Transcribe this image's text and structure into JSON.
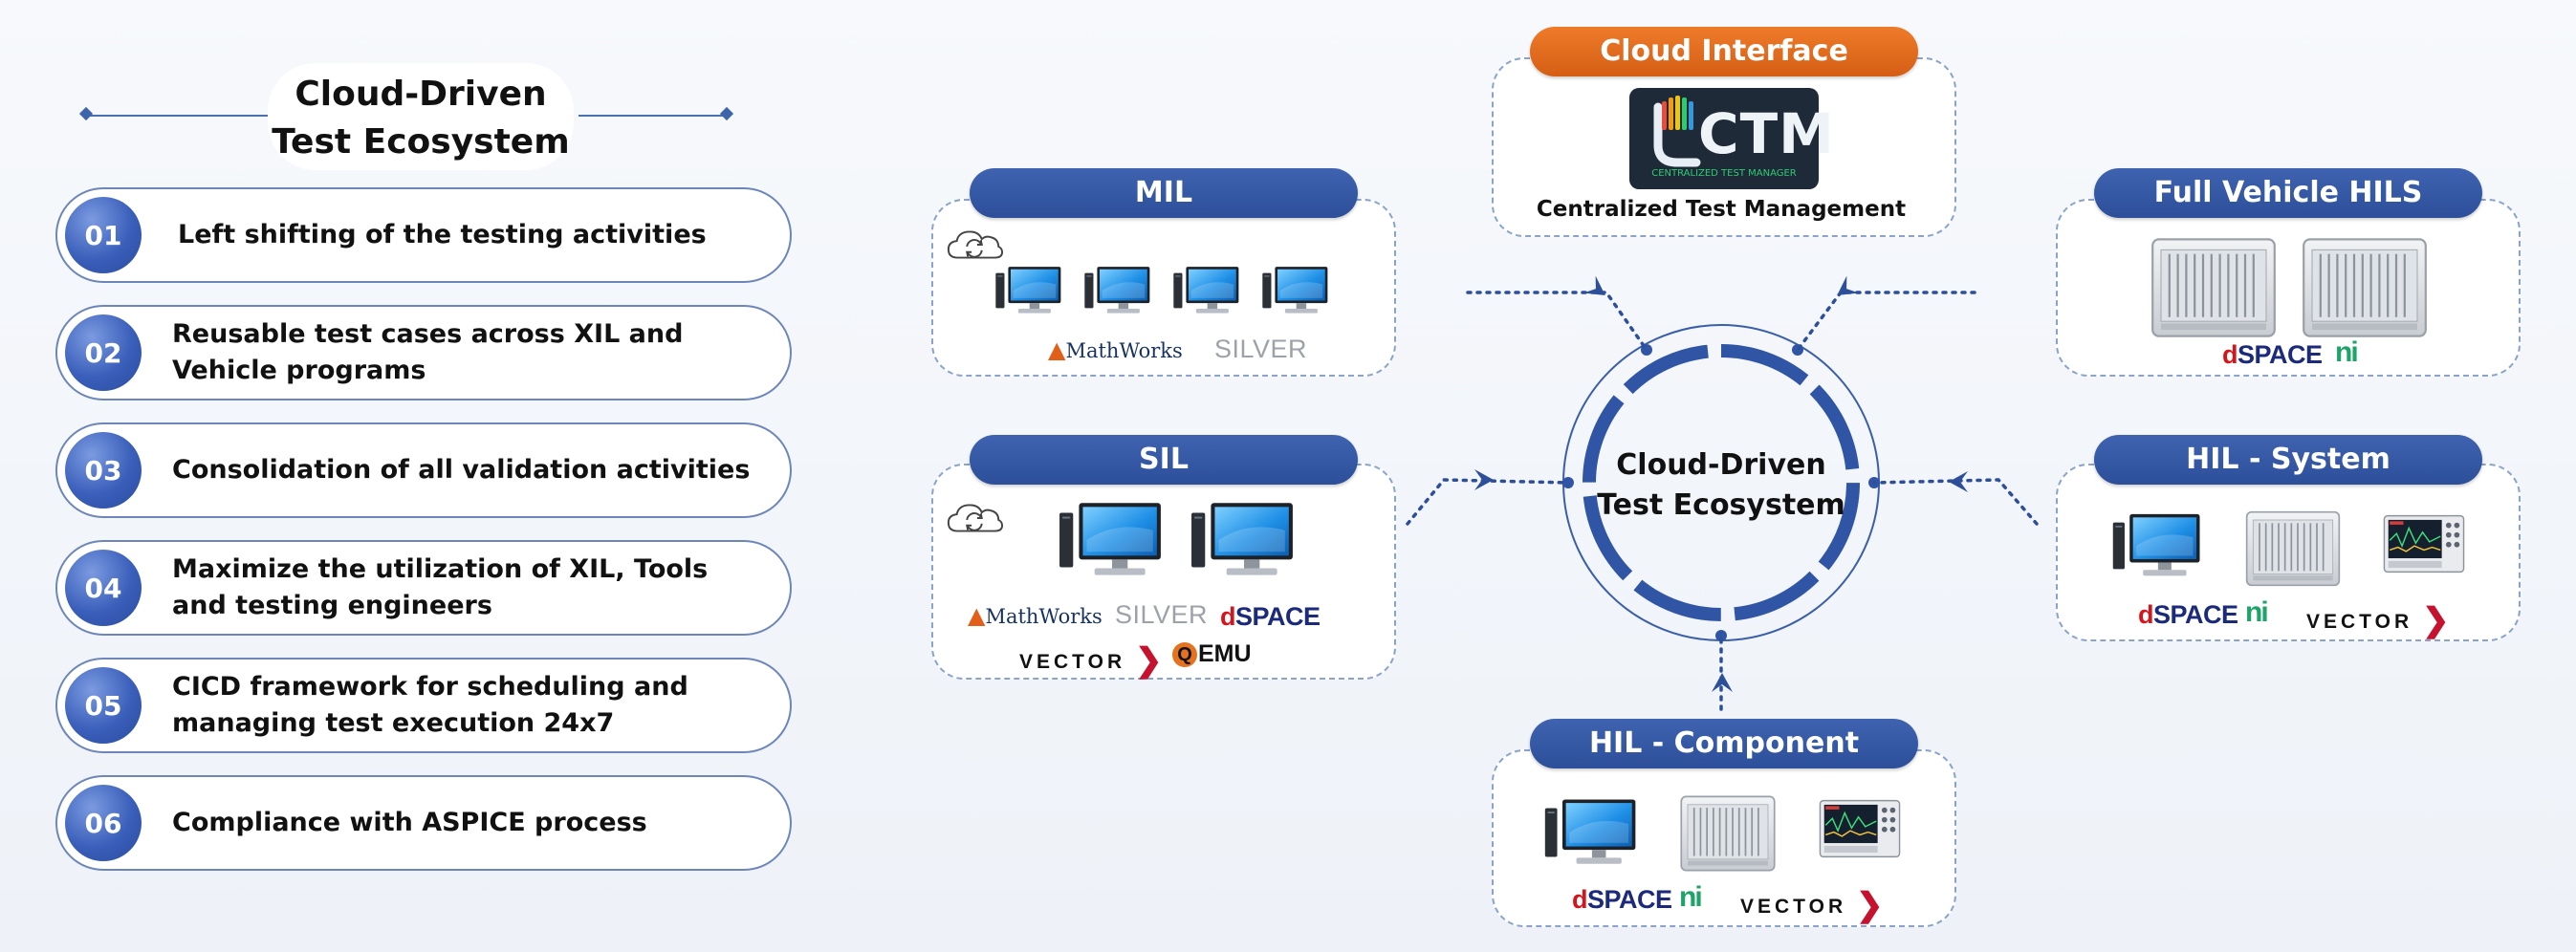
{
  "left": {
    "title_line1": "Cloud-Driven",
    "title_line2": "Test Ecosystem",
    "items": [
      {
        "num": "01",
        "text": "Left shifting of the testing activities"
      },
      {
        "num": "02",
        "text": "Reusable test cases across XIL and Vehicle programs"
      },
      {
        "num": "03",
        "text": "Consolidation of  all validation activities"
      },
      {
        "num": "04",
        "text": "Maximize the utilization of XIL, Tools and testing engineers"
      },
      {
        "num": "05",
        "text": "CICD framework for scheduling and managing test execution 24x7"
      },
      {
        "num": "06",
        "text": "Compliance with ASPICE process"
      }
    ]
  },
  "center": {
    "line1": "Cloud-Driven",
    "line2": "Test Ecosystem"
  },
  "cloud_interface": {
    "label": "Cloud Interface",
    "ctm_logo": "CTM",
    "ctm_subtitle": "CENTRALIZED TEST MANAGER",
    "caption": "Centralized Test Management"
  },
  "mil": {
    "label": "MIL",
    "logos": {
      "mathworks": "MathWorks",
      "silver": "SILVER"
    }
  },
  "sil": {
    "label": "SIL",
    "logos": {
      "mathworks": "MathWorks",
      "silver": "SILVER",
      "dspace_d": "d",
      "dspace_rest": "SPACE",
      "vector": "VECTOR",
      "qemu_q": "Q",
      "qemu": "EMU"
    }
  },
  "full_vehicle_hils": {
    "label": "Full Vehicle HILS",
    "logos": {
      "dspace_d": "d",
      "dspace_rest": "SPACE",
      "ni": "ni"
    }
  },
  "hil_system": {
    "label": "HIL - System",
    "logos": {
      "dspace_d": "d",
      "dspace_rest": "SPACE",
      "ni": "ni",
      "vector": "VECTOR"
    }
  },
  "hil_component": {
    "label": "HIL - Component",
    "logos": {
      "dspace_d": "d",
      "dspace_rest": "SPACE",
      "ni": "ni",
      "vector": "VECTOR"
    }
  },
  "icons": [
    "cloud-sync-icon",
    "desktop-computer-icon",
    "hil-rack-icon",
    "oscilloscope-icon",
    "arrow-chevron-icon"
  ],
  "colors": {
    "primary_blue": "#2d4f9a",
    "accent_orange": "#e2701f",
    "ring_blue": "#2f55a4",
    "dashed_border": "#8aa3c8"
  }
}
